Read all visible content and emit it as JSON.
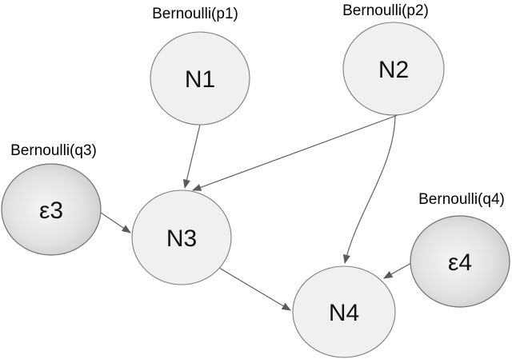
{
  "diagram": {
    "kind": "causal-bayesian-network",
    "background": "#ffffff",
    "nodes": [
      {
        "id": "N1",
        "label": "N1",
        "annotation": "Bernoulli(p1)",
        "kind": "endogenous"
      },
      {
        "id": "N2",
        "label": "N2",
        "annotation": "Bernoulli(p2)",
        "kind": "endogenous"
      },
      {
        "id": "N3",
        "label": "N3",
        "annotation": "",
        "kind": "endogenous"
      },
      {
        "id": "N4",
        "label": "N4",
        "annotation": "",
        "kind": "endogenous"
      },
      {
        "id": "eps3",
        "label": "ε3",
        "annotation": "Bernoulli(q3)",
        "kind": "noise"
      },
      {
        "id": "eps4",
        "label": "ε4",
        "annotation": "Bernoulli(q4)",
        "kind": "noise"
      }
    ],
    "edges": [
      {
        "from": "N1",
        "to": "N3",
        "curved": false
      },
      {
        "from": "N2",
        "to": "N3",
        "curved": false
      },
      {
        "from": "N2",
        "to": "N4",
        "curved": true
      },
      {
        "from": "eps3",
        "to": "N3",
        "curved": false
      },
      {
        "from": "eps4",
        "to": "N4",
        "curved": false
      },
      {
        "from": "N3",
        "to": "N4",
        "curved": false
      }
    ],
    "colors": {
      "plain_node_fill": "#f0f0f0",
      "plain_node_stroke": "#7d7d7d",
      "noise_node_gradient_center": "#f6f6f6",
      "noise_node_gradient_mid": "#e2e2e2",
      "noise_node_gradient_edge": "#c3c3c3",
      "noise_node_stroke": "#6f6f6f",
      "edge_stroke": "#5a5a5a",
      "text": "#111111"
    }
  }
}
